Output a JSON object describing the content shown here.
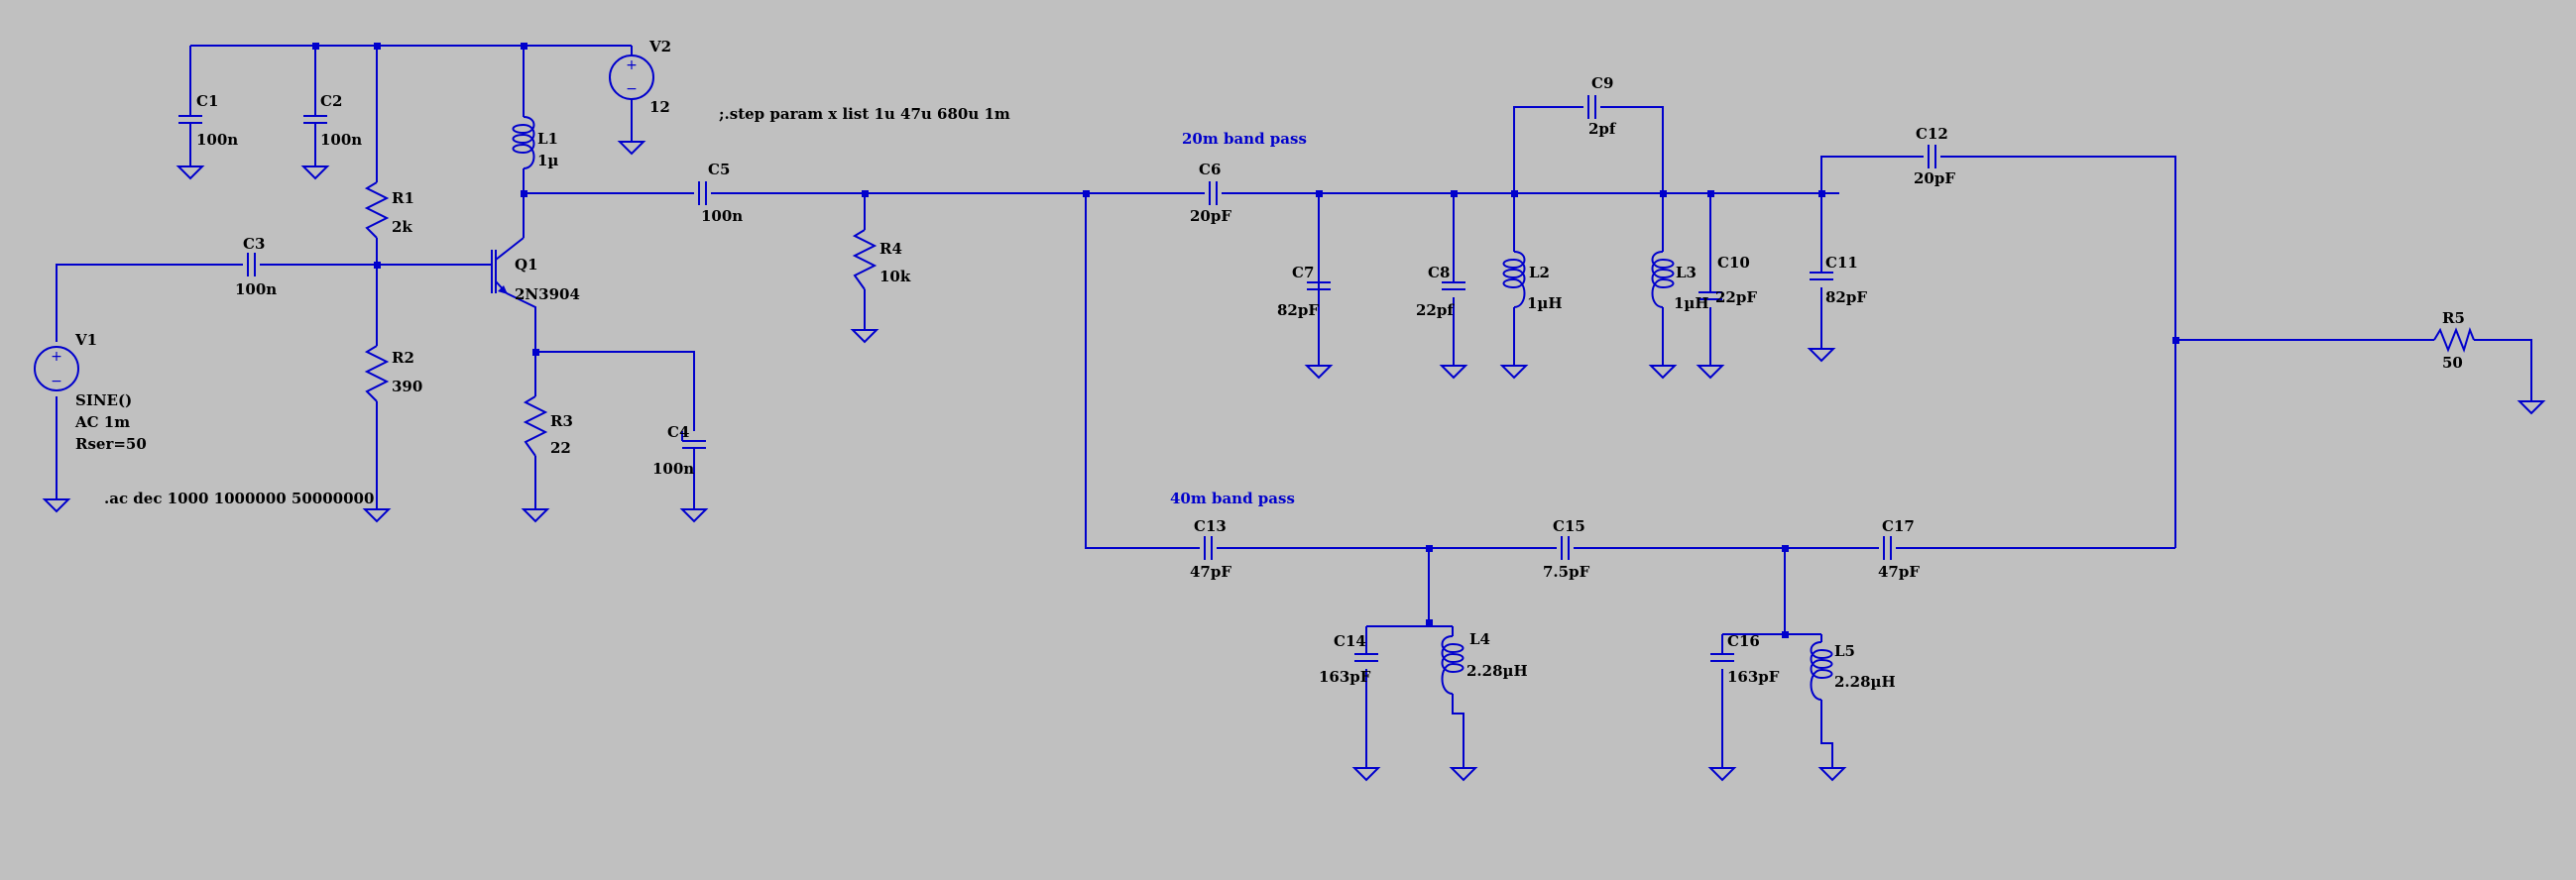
{
  "directives": {
    "ac": ".ac dec 1000 1000000 50000000",
    "step": ";.step param x list 1u 47u 680u 1m"
  },
  "titles": {
    "band20": "20m band pass",
    "band40": "40m band pass"
  },
  "components": {
    "C1": {
      "name": "C1",
      "value": "100n"
    },
    "C2": {
      "name": "C2",
      "value": "100n"
    },
    "C3": {
      "name": "C3",
      "value": "100n"
    },
    "C4": {
      "name": "C4",
      "value": "100n"
    },
    "C5": {
      "name": "C5",
      "value": "100n"
    },
    "C6": {
      "name": "C6",
      "value": "20pF"
    },
    "C7": {
      "name": "C7",
      "value": "82pF"
    },
    "C8": {
      "name": "C8",
      "value": "22pf"
    },
    "C9": {
      "name": "C9",
      "value": "2pf"
    },
    "C10": {
      "name": "C10",
      "value": "22pF"
    },
    "C11": {
      "name": "C11",
      "value": "82pF"
    },
    "C12": {
      "name": "C12",
      "value": "20pF"
    },
    "C13": {
      "name": "C13",
      "value": "47pF"
    },
    "C14": {
      "name": "C14",
      "value": "163pF"
    },
    "C15": {
      "name": "C15",
      "value": "7.5pF"
    },
    "C16": {
      "name": "C16",
      "value": "163pF"
    },
    "C17": {
      "name": "C17",
      "value": "47pF"
    },
    "R1": {
      "name": "R1",
      "value": "2k"
    },
    "R2": {
      "name": "R2",
      "value": "390"
    },
    "R3": {
      "name": "R3",
      "value": "22"
    },
    "R4": {
      "name": "R4",
      "value": "10k"
    },
    "R5": {
      "name": "R5",
      "value": "50"
    },
    "L1": {
      "name": "L1",
      "value": "1µ"
    },
    "L2": {
      "name": "L2",
      "value": "1µH"
    },
    "L3": {
      "name": "L3",
      "value": "1µH"
    },
    "L4": {
      "name": "L4",
      "value": "2.28µH"
    },
    "L5": {
      "name": "L5",
      "value": "2.28µH"
    },
    "Q1": {
      "name": "Q1",
      "value": "2N3904"
    },
    "V1": {
      "name": "V1",
      "value": "SINE()",
      "value2": "AC 1m",
      "value3": "Rser=50"
    },
    "V2": {
      "name": "V2",
      "value": "12"
    }
  },
  "source_symbols": {
    "plus": "+",
    "minus": "−"
  }
}
